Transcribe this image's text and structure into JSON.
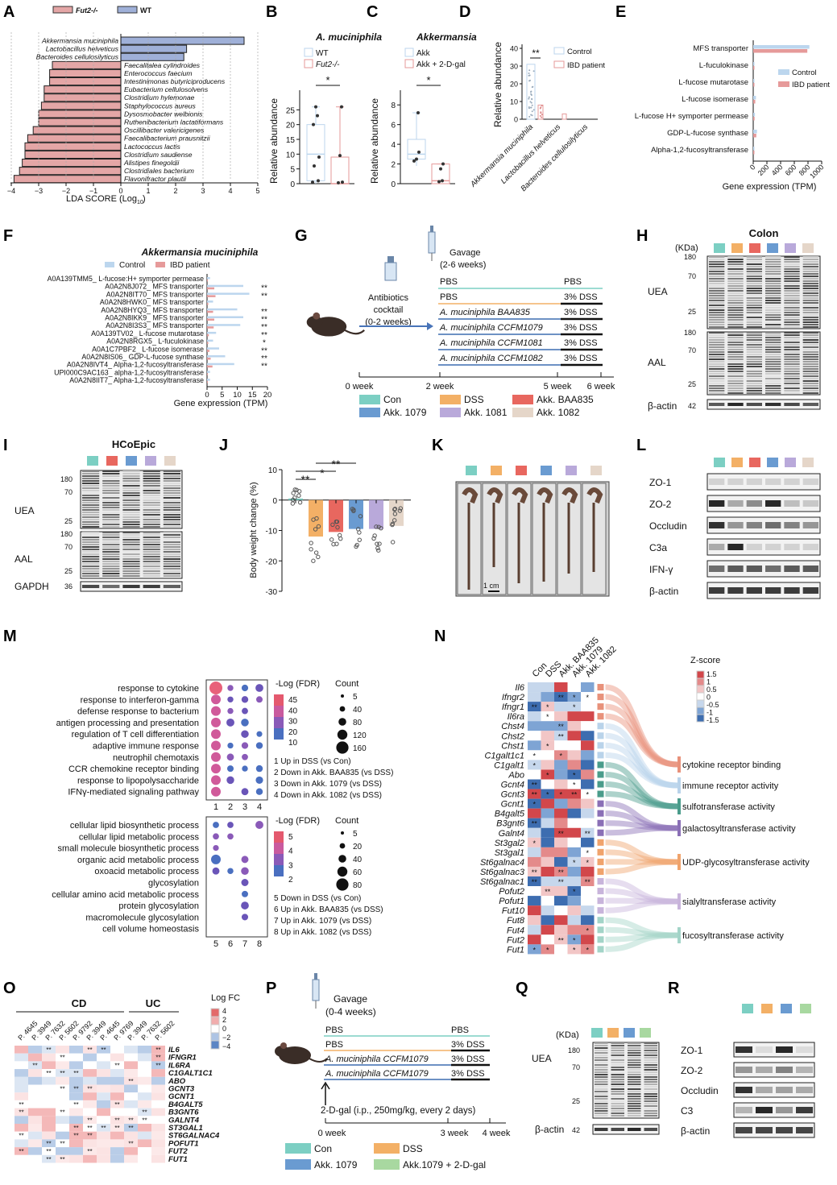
{
  "colors": {
    "con": "#7ccfc3",
    "dss": "#f3b066",
    "baa835": "#e8675f",
    "akk1079": "#6a9bd1",
    "akk1081": "#b9a9da",
    "akk1082": "#e5d6c9",
    "control_blue": "#bcd6ee",
    "ibd_red": "#e69a9a",
    "fut2": "#e4a6a6",
    "wt": "#9fb0d8"
  },
  "panels": {
    "A": {
      "label": "A",
      "legend": [
        "Fut2-/-",
        "WT"
      ],
      "xlabel": "LDA SCORE (Log10)",
      "ticks": [
        "-4",
        "-3",
        "-2",
        "-1",
        "0",
        "1",
        "2",
        "3",
        "4",
        "5"
      ],
      "taxa": [
        {
          "name": "Akkermansia muciniphila",
          "value": 4.5
        },
        {
          "name": "Lactobacillus helveticus",
          "value": 2.4
        },
        {
          "name": "Bacteroides cellulosilyticus",
          "value": 2.3
        },
        {
          "name": "Faecalitalea cylindroides",
          "value": -2.5
        },
        {
          "name": "Enterococcus faecium",
          "value": -2.6
        },
        {
          "name": "Intestinimonas butyriciproducens",
          "value": -2.6
        },
        {
          "name": "Eubacterium cellulosolvens",
          "value": -2.8
        },
        {
          "name": "Clostridium hylemonae",
          "value": -2.8
        },
        {
          "name": "Staphylococcus aureus",
          "value": -2.9
        },
        {
          "name": "Dysosmobacter welbionis",
          "value": -3.0
        },
        {
          "name": "Ruthenibacterium lactatiformans",
          "value": -3.0
        },
        {
          "name": "Oscillibacter valericigenes",
          "value": -3.2
        },
        {
          "name": "Faecalibacterium prausnitzii",
          "value": -3.4
        },
        {
          "name": "Lactococcus lactis",
          "value": -3.5
        },
        {
          "name": "Clostridium saudiense",
          "value": -3.5
        },
        {
          "name": "Alistipes finegoldii",
          "value": -3.6
        },
        {
          "name": "Clostridiales bacterium",
          "value": -3.7
        },
        {
          "name": "Flavonifractor plautii",
          "value": -3.9
        }
      ]
    },
    "B": {
      "label": "B",
      "title": "A. muciniphila",
      "legend": [
        "WT",
        "Fut2-/-"
      ],
      "ylabel": "Relative abundance",
      "sig": "*",
      "yticks": [
        "0",
        "5",
        "10",
        "15",
        "20",
        "25"
      ]
    },
    "C": {
      "label": "C",
      "title": "Akkermansia",
      "legend": [
        "Akk",
        "Akk + 2-D-gal"
      ],
      "ylabel": "Relative abundance",
      "sig": "*",
      "yticks": [
        "0",
        "2",
        "4",
        "6",
        "8"
      ]
    },
    "D": {
      "label": "D",
      "legend": [
        "Control",
        "IBD patient"
      ],
      "ylabel": "Relative abundance",
      "sig": "**",
      "yticks": [
        "0",
        "10",
        "20",
        "30",
        "40"
      ],
      "xcats": [
        "Akkermansia muciniphila",
        "Lactobacillus helveticus",
        "Bacteroides cellulosilyticus"
      ]
    },
    "E": {
      "label": "E",
      "legend": [
        "Control",
        "IBD patient"
      ],
      "xlabel": "Gene expression (TPM)",
      "xticks": [
        "0",
        "200",
        "400",
        "600",
        "800",
        "1000"
      ],
      "genes": [
        "MFS transporter",
        "L-fuculokinase",
        "L-fucose mutarotase",
        "L-fucose isomerase",
        "L-fucose H+ symporter permease",
        "GDP-L-fucose synthase",
        "Alpha-1,2-fucosyltransferase"
      ]
    },
    "F": {
      "label": "F",
      "title": "Akkermansia muciniphila",
      "legend": [
        "Control",
        "IBD patient"
      ],
      "xlabel": "Gene expression (TPM)",
      "xticks": [
        "0",
        "5",
        "10",
        "15",
        "20"
      ],
      "rows": [
        {
          "name": "A0A139TMM5_ L-fucose:H+ symporter permease",
          "sig": ""
        },
        {
          "name": "A0A2N8J072_ MFS transporter",
          "sig": "**"
        },
        {
          "name": "A0A2N8IT70_ MFS transporter",
          "sig": "**"
        },
        {
          "name": "A0A2N8HWK0_ MFS transporter",
          "sig": ""
        },
        {
          "name": "A0A2N8HYQ3_ MFS transporter",
          "sig": "**"
        },
        {
          "name": "A0A2N8IKK9_ MFS transporter",
          "sig": "**"
        },
        {
          "name": "A0A2N8I3S3_ MFS transporter",
          "sig": "**"
        },
        {
          "name": "A0A139TV02_ L-fucose mutarotase",
          "sig": "**"
        },
        {
          "name": "A0A2N8RGX5_ L-fuculokinase",
          "sig": "*"
        },
        {
          "name": "A0A1C7PBF2_ L-fucose isomerase",
          "sig": "**"
        },
        {
          "name": "A0A2N8IS06_ GDP-L-fucose synthase",
          "sig": "**"
        },
        {
          "name": "A0A2N8IVT4_ Alpha-1,2-fucosyltransferase",
          "sig": "**"
        },
        {
          "name": "UPI000C9AC163_ alpha-1,2-fucosyltransferase",
          "sig": ""
        },
        {
          "name": "A0A2N8IIT7_ Alpha-1,2-fucosyltransferase",
          "sig": ""
        }
      ]
    },
    "G": {
      "label": "G",
      "gavage": "Gavage",
      "gavage_time": "(2-6 weeks)",
      "abx": "Antibiotics",
      "abx2": "cocktail",
      "abx3": "(0-2 weeks)",
      "rows": [
        {
          "left": "PBS",
          "right": "PBS"
        },
        {
          "left": "PBS",
          "right": "3% DSS"
        },
        {
          "left": "A. muciniphila BAA835",
          "right": "3% DSS"
        },
        {
          "left": "A. muciniphila CCFM1079",
          "right": "3% DSS"
        },
        {
          "left": "A. muciniphila CCFM1081",
          "right": "3% DSS"
        },
        {
          "left": "A. muciniphila CCFM1082",
          "right": "3% DSS"
        }
      ],
      "timeline": [
        "0 week",
        "2 week",
        "5 week",
        "6 week"
      ],
      "groups": [
        "Con",
        "DSS",
        "Akk. BAA835",
        "Akk. 1079",
        "Akk. 1081",
        "Akk. 1082"
      ]
    },
    "H": {
      "label": "H",
      "title": "Colon",
      "kda": "(KDa)",
      "markers_uea": [
        "180",
        "70",
        "25"
      ],
      "markers_aal": [
        "180",
        "70",
        "25"
      ],
      "rows": [
        "UEA",
        "AAL",
        "β-actin"
      ],
      "actin_kda": "42"
    },
    "I": {
      "label": "I",
      "title": "HCoEpic",
      "markers_uea": [
        "180",
        "70",
        "25"
      ],
      "markers_aal": [
        "180",
        "70",
        "25"
      ],
      "rows": [
        "UEA",
        "AAL",
        "GAPDH"
      ],
      "gapdh_kda": "36"
    },
    "J": {
      "label": "J",
      "ylabel": "Body weight change (%)",
      "yticks": [
        "10",
        "0",
        "-10",
        "-20",
        "-30"
      ],
      "sig": [
        "**",
        "*",
        "**"
      ],
      "bars": [
        0.5,
        -12,
        -10.5,
        -9.5,
        -9.5,
        -8.5
      ]
    },
    "K": {
      "label": "K",
      "scale": "1 cm"
    },
    "L": {
      "label": "L",
      "rows": [
        "ZO-1",
        "ZO-2",
        "Occludin",
        "C3a",
        "IFN-γ",
        "β-actin"
      ]
    },
    "M": {
      "label": "M",
      "top_terms": [
        "response to cytokine",
        "response to interferon-gamma",
        "defense response to bacterium",
        "antigen processing and presentation",
        "regulation of T cell differentiation",
        "adaptive immune response",
        "neutrophil chemotaxis",
        "CCR chemokine receptor binding",
        "response to lipopolysaccharide",
        "IFNγ-mediated signaling pathway"
      ],
      "top_cols": [
        "1",
        "2",
        "3",
        "4"
      ],
      "top_fdr_title": "-Log10 (FDR)",
      "top_fdr_ticks": [
        "45",
        "40",
        "30",
        "20",
        "10"
      ],
      "count_title": "Count",
      "top_counts": [
        "5",
        "40",
        "80",
        "120",
        "160"
      ],
      "top_notes": [
        "1 Up in DSS (vs Con)",
        "2 Down in Akk. BAA835 (vs DSS)",
        "3 Down in Akk. 1079 (vs DSS)",
        "4 Down in Akk. 1082 (vs DSS)"
      ],
      "bot_terms": [
        "cellular lipid biosynthetic process",
        "cellular lipid metabolic process",
        "small molecule biosynthetic process",
        "organic acid metabolic process",
        "oxoacid metabolic process",
        "glycosylation",
        "cellular amino acid metabolic process",
        "protein glycosylation",
        "macromolecule glycosylation",
        "cell volume homeostasis"
      ],
      "bot_cols": [
        "5",
        "6",
        "7",
        "8"
      ],
      "bot_fdr_ticks": [
        "5",
        "4",
        "3",
        "2"
      ],
      "bot_counts": [
        "5",
        "20",
        "40",
        "60",
        "80"
      ],
      "bot_notes": [
        "5 Down in DSS (vs Con)",
        "6 Up in Akk. BAA835 (vs DSS)",
        "7 Up in Akk. 1079 (vs DSS)",
        "8 Up in Akk. 1082 (vs DSS)"
      ]
    },
    "N": {
      "label": "N",
      "cols": [
        "Con",
        "DSS",
        "Akk. BAA835",
        "Akk. 1079",
        "Akk. 1082"
      ],
      "zscore": "Z-score",
      "zticks": [
        "1.5",
        "1",
        "0.5",
        "0",
        "-0.5",
        "-1",
        "-1.5"
      ],
      "genes": [
        "Il6",
        "Ifngr2",
        "Ifngr1",
        "Il6ra",
        "Chst4",
        "Chst2",
        "Chst1",
        "C1galt1c1",
        "C1galt1",
        "Abo",
        "Gcnt4",
        "Gcnt3",
        "Gcnt1",
        "B4galt5",
        "B3gnt6",
        "Galnt4",
        "St3gal2",
        "St3gal1",
        "St6galnac4",
        "St6galnac3",
        "St6galnac1",
        "Pofut2",
        "Pofut1",
        "Fut10",
        "Fut8",
        "Fut4",
        "Fut2",
        "Fut1"
      ],
      "functions": [
        "cytokine receptor binding",
        "immune receptor activity",
        "sulfotransferase activity",
        "galactosyltransferase activity",
        "UDP-glycosyltransferase activity",
        "sialyltransferase activity",
        "fucosyltransferase activity"
      ]
    },
    "O": {
      "label": "O",
      "groups": [
        "CD",
        "UC"
      ],
      "cols": [
        "P. 4645",
        "P. 3949",
        "P. 7632",
        "P. 5602",
        "P. 9792",
        "P. 3949",
        "P. 4645",
        "P. 9769",
        "P. 3949",
        "P. 7632",
        "P. 5602"
      ],
      "fc_title": "Log2 FC",
      "fc_ticks": [
        "4",
        "2",
        "0",
        "-2",
        "-4"
      ],
      "genes": [
        "IL6",
        "IFNGR1",
        "IL6RA",
        "C1GALT1C1",
        "ABO",
        "GCNT3",
        "GCNT1",
        "B4GALT5",
        "B3GNT6",
        "GALNT4",
        "ST3GAL1",
        "ST6GALNAC4",
        "POFUT1",
        "FUT2",
        "FUT1"
      ]
    },
    "P": {
      "label": "P",
      "gavage": "Gavage",
      "gavage_time": "(0-4 weeks)",
      "rows": [
        {
          "left": "PBS",
          "right": "PBS"
        },
        {
          "left": "PBS",
          "right": "3% DSS"
        },
        {
          "left": "A. muciniphila CCFM1079",
          "right": "3% DSS"
        },
        {
          "left": "A. muciniphila CCFM1079",
          "right": "3% DSS"
        }
      ],
      "injection": "2-D-gal (i.p., 250mg/kg, every 2 days)",
      "timeline": [
        "0 week",
        "3 week",
        "4 week"
      ],
      "groups": [
        "Con",
        "DSS",
        "Akk. 1079",
        "Akk.1079 + 2-D-gal"
      ]
    },
    "Q": {
      "label": "Q",
      "kda": "(KDa)",
      "markers": [
        "180",
        "70",
        "25"
      ],
      "rows": [
        "UEA",
        "β-actin"
      ],
      "actin_kda": "42"
    },
    "R": {
      "label": "R",
      "rows": [
        "ZO-1",
        "ZO-2",
        "Occludin",
        "C3",
        "β-actin"
      ]
    }
  }
}
